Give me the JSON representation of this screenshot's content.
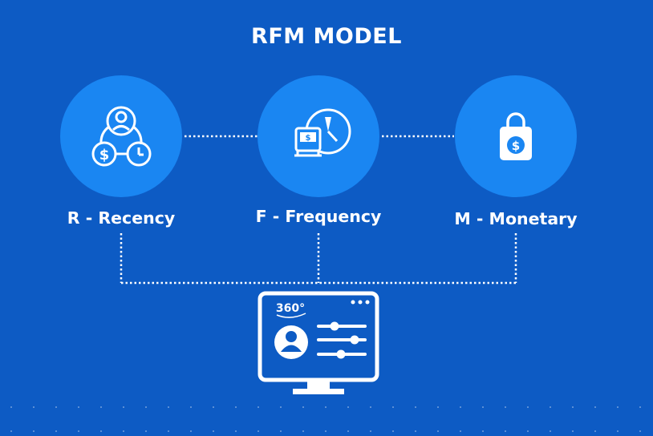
{
  "diagram": {
    "title": "RFM MODEL",
    "nodes": [
      {
        "id": "recency",
        "label": "R - Recency",
        "icon": "customer-network-icon"
      },
      {
        "id": "frequency",
        "label": "F - Frequency",
        "icon": "register-clock-icon"
      },
      {
        "id": "monetary",
        "label": "M - Monetary",
        "icon": "shopping-bag-dollar-icon"
      }
    ],
    "result": {
      "badge": "360°",
      "icon": "customer-360-monitor-icon"
    }
  },
  "colors": {
    "background": "#0d5bc4",
    "circle": "#1a86f2",
    "foreground": "#ffffff"
  }
}
